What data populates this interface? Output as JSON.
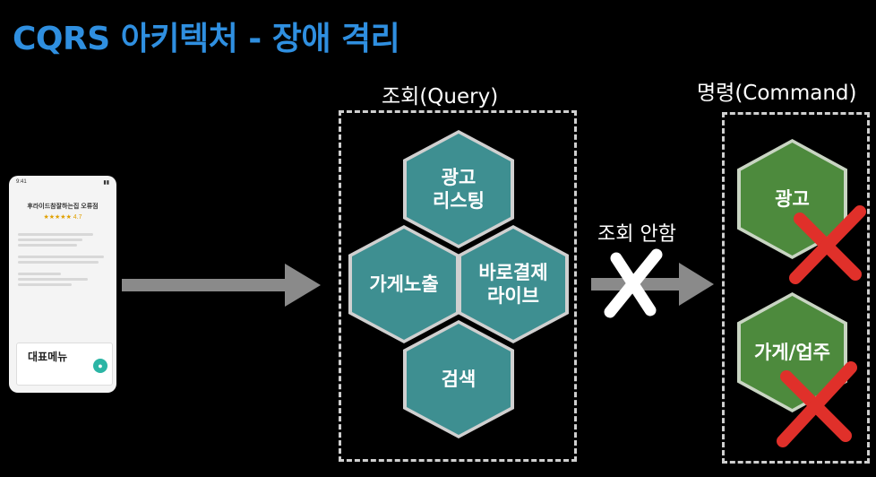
{
  "title": "CQRS 아키텍처 - 장애 격리",
  "query_label": "조회(Query)",
  "command_label": "명령(Command)",
  "no_query_label": "조회 안함",
  "query_nodes": {
    "ad_listing": "광고\n리스팅",
    "store_exposure": "가게노출",
    "barogyeolje_live": "바로결제\n라이브",
    "search": "검색"
  },
  "command_nodes": {
    "ad": "광고",
    "store_business": "가게/업주"
  },
  "phone": {
    "time": "9:41",
    "store_name": "후라이드참잘하는집 오류점",
    "rating": "★★★★★ 4.7",
    "menu_title": "대표메뉴"
  },
  "colors": {
    "title": "#2f8fe0",
    "query_hex": "#3e8f91",
    "command_hex": "#4d8a3d",
    "fail_x": "#e0302a"
  }
}
